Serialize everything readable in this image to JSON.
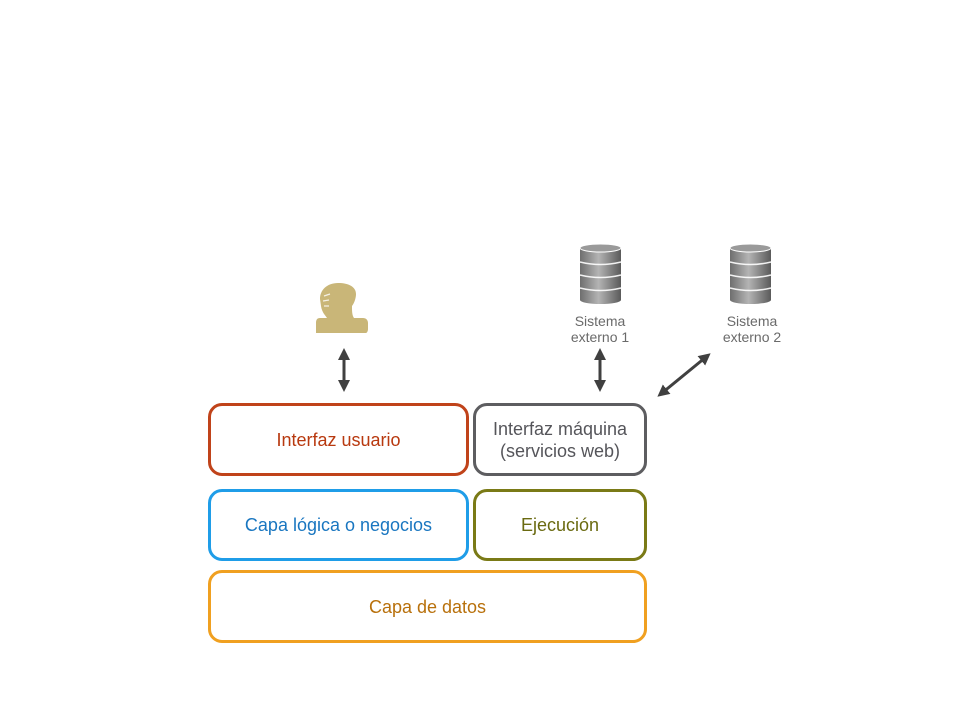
{
  "colors": {
    "user_interface": "#c0431a",
    "machine_interface": "#5d5d60",
    "logic_layer": "#1f9de8",
    "execution": "#7a7a16",
    "data_layer": "#f0a020",
    "user_icon": "#c9b678",
    "arrow": "#404040",
    "database": "#8a8a8a"
  },
  "layers": {
    "user_interface": "Interfaz usuario",
    "machine_interface": "Interfaz máquina\n(servicios web)",
    "logic_layer": "Capa lógica o negocios",
    "execution": "Ejecución",
    "data_layer": "Capa de datos"
  },
  "external_systems": [
    {
      "label": "Sistema\nexterno 1",
      "icon": "database-icon"
    },
    {
      "label": "Sistema\nexterno 2",
      "icon": "database-icon"
    }
  ],
  "actor": {
    "icon": "user-icon"
  }
}
